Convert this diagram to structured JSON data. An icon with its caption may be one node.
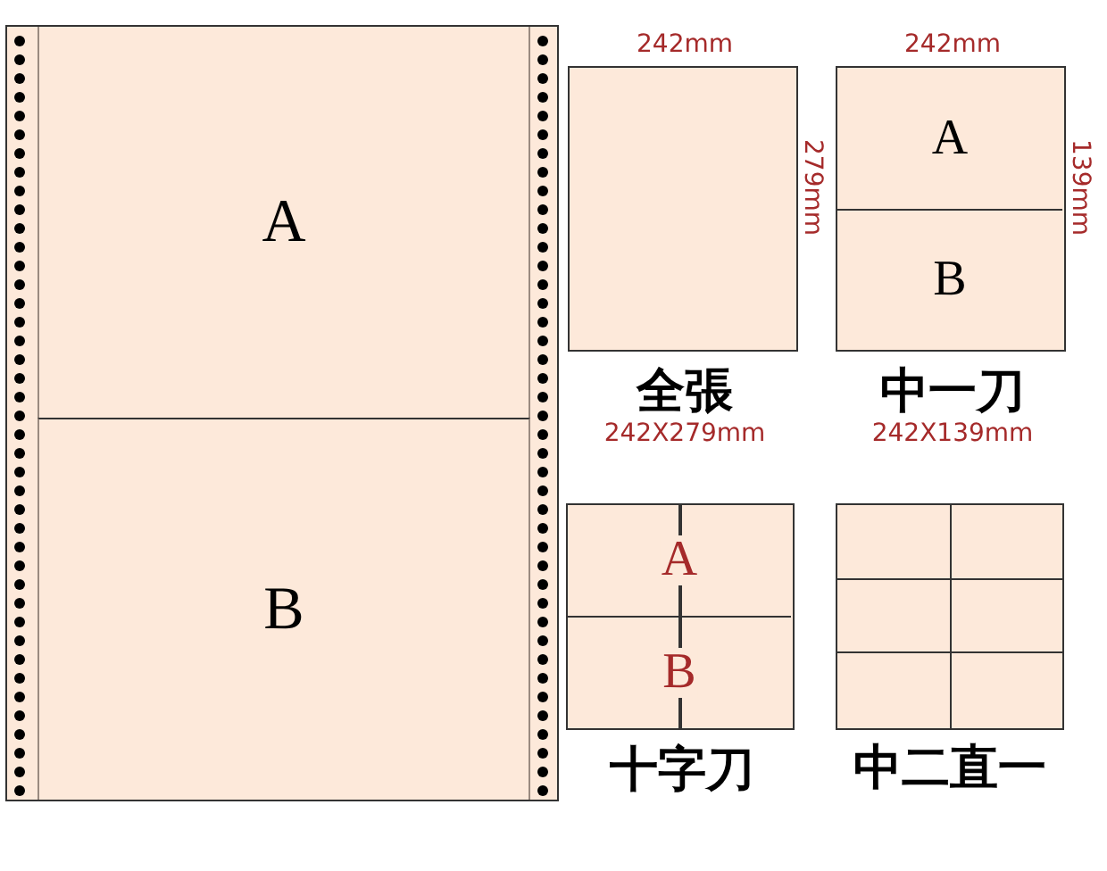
{
  "diagram": {
    "nodes": [
      {
        "text": [],
        "shape": "box"
      },
      {
        "text": [
          "A"
        ],
        "in": 0
      },
      {
        "text": [
          "B"
        ],
        "in": 0
      },
      {
        "text": [
          "全張"
        ],
        "beside": [
          "242mm",
          "279mm",
          "242X279mm"
        ]
      },
      {
        "text": [
          "中一刀"
        ],
        "beside": [
          "242mm",
          "139mm",
          "242X139mm"
        ]
      },
      {
        "text": [
          "A"
        ],
        "in": 4
      },
      {
        "text": [
          "B"
        ],
        "in": 4
      },
      {
        "text": [
          "十字刀"
        ]
      },
      {
        "text": [
          "A"
        ],
        "in": 7
      },
      {
        "text": [
          "B"
        ],
        "in": 7
      },
      {
        "text": [
          "中二直一"
        ]
      },
      {
        "text": [],
        "shape": "box",
        "in": 10
      },
      {
        "text": [],
        "shape": "box",
        "in": 10
      },
      {
        "text": [],
        "shape": "box",
        "in": 10
      },
      {
        "text": [],
        "shape": "box",
        "in": 10
      },
      {
        "text": [],
        "shape": "box",
        "in": 10
      },
      {
        "text": [],
        "shape": "box",
        "in": 10
      }
    ],
    "edges": []
  }
}
